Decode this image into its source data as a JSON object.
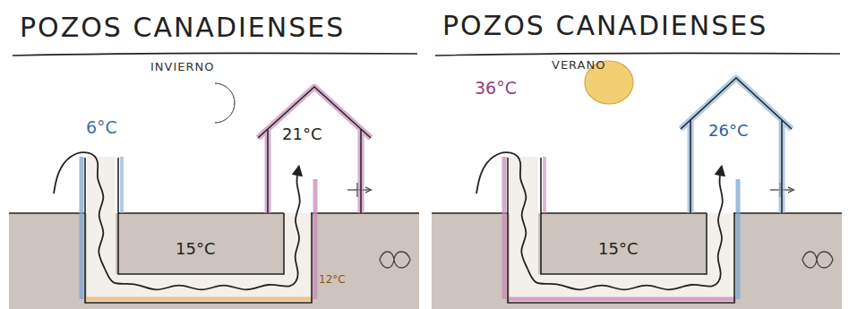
{
  "diagram": {
    "nodes": [
      {
        "text": [
          "21°C"
        ]
      },
      {
        "text": [
          "26°C"
        ]
      }
    ],
    "labels": [
      "POZOS CANADIENSES",
      "INVIERNO",
      "6°C",
      "15°C",
      "12°C",
      "POZOS CANADIENSES",
      "VERANO",
      "36°C",
      "15°C"
    ]
  }
}
